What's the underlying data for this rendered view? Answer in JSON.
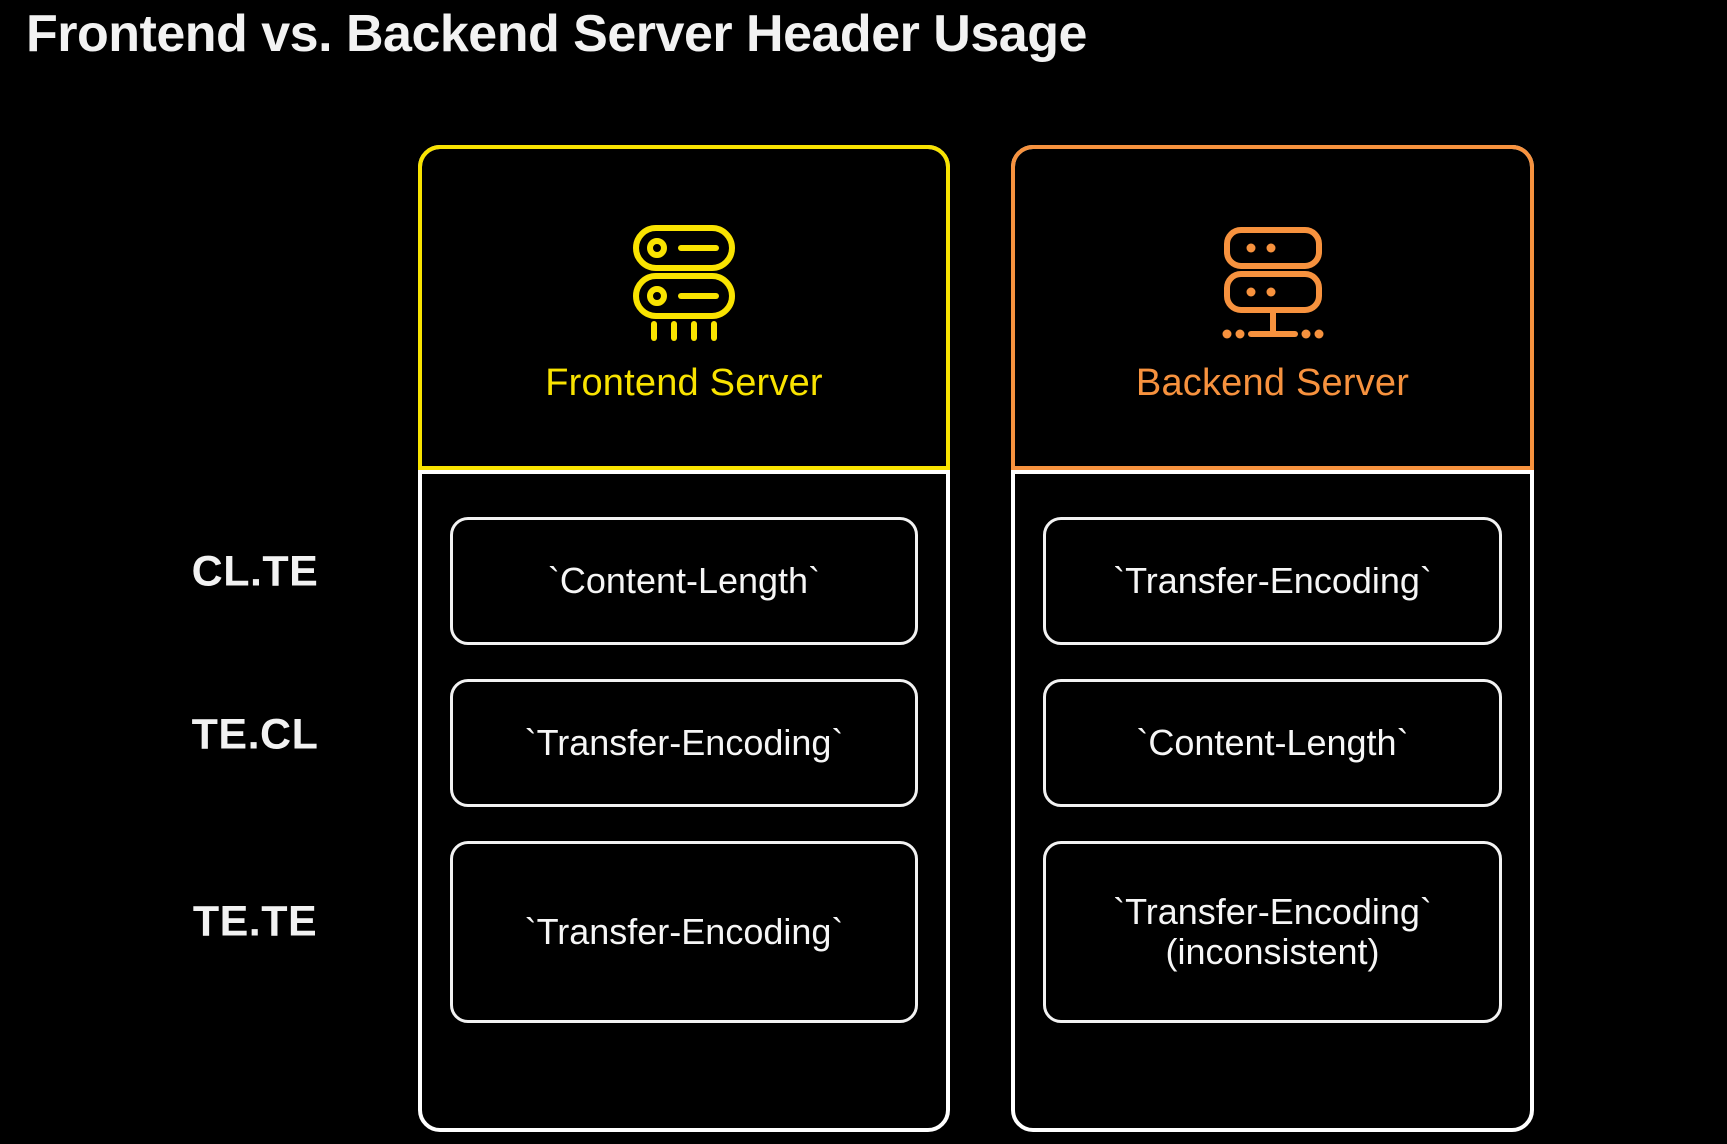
{
  "page": {
    "title": "Frontend vs. Backend Server Header Usage",
    "background_color": "#000000",
    "text_color": "#f2f2f2"
  },
  "colors": {
    "frontend_accent": "#f9e300",
    "backend_accent": "#f7923e",
    "border": "#ffffff",
    "background": "#000000"
  },
  "rows": [
    {
      "label": "CL.TE"
    },
    {
      "label": "TE.CL"
    },
    {
      "label": "TE.TE"
    }
  ],
  "columns": [
    {
      "key": "frontend",
      "title": "Frontend Server",
      "accent": "#f9e300",
      "icon": "server-rack-icon",
      "cells": [
        {
          "text": "`Content-Length`"
        },
        {
          "text": "`Transfer-Encoding`"
        },
        {
          "text": "`Transfer-Encoding`"
        }
      ]
    },
    {
      "key": "backend",
      "title": "Backend Server",
      "accent": "#f7923e",
      "icon": "server-network-icon",
      "cells": [
        {
          "text": "`Transfer-Encoding`"
        },
        {
          "text": "`Content-Length`"
        },
        {
          "text": "`Transfer-Encoding`",
          "text2": "(inconsistent)"
        }
      ]
    }
  ]
}
